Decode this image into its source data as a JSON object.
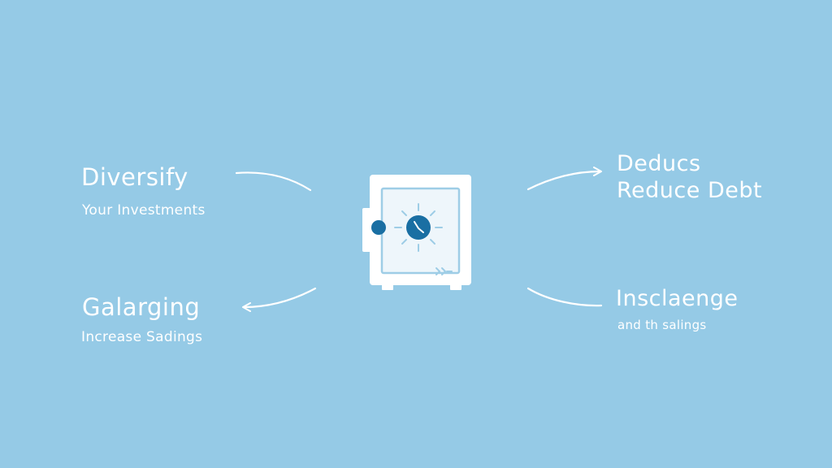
{
  "nodes": {
    "top_left": {
      "title": "Diversify",
      "subtitle": "Your Investments"
    },
    "bottom_left": {
      "title": "Galarging",
      "subtitle": "Increase Sadings"
    },
    "top_right": {
      "title_line1": "Deducs",
      "title_line2": "Reduce Debt"
    },
    "bottom_right": {
      "title": "Insclaenge",
      "subtitle": "and th salings"
    }
  },
  "center": {
    "icon": "safe-icon"
  },
  "colors": {
    "background": "#95cae6",
    "foreground": "#ffffff",
    "accent": "#1a6fa3",
    "safe_inner": "#eef6fb"
  }
}
